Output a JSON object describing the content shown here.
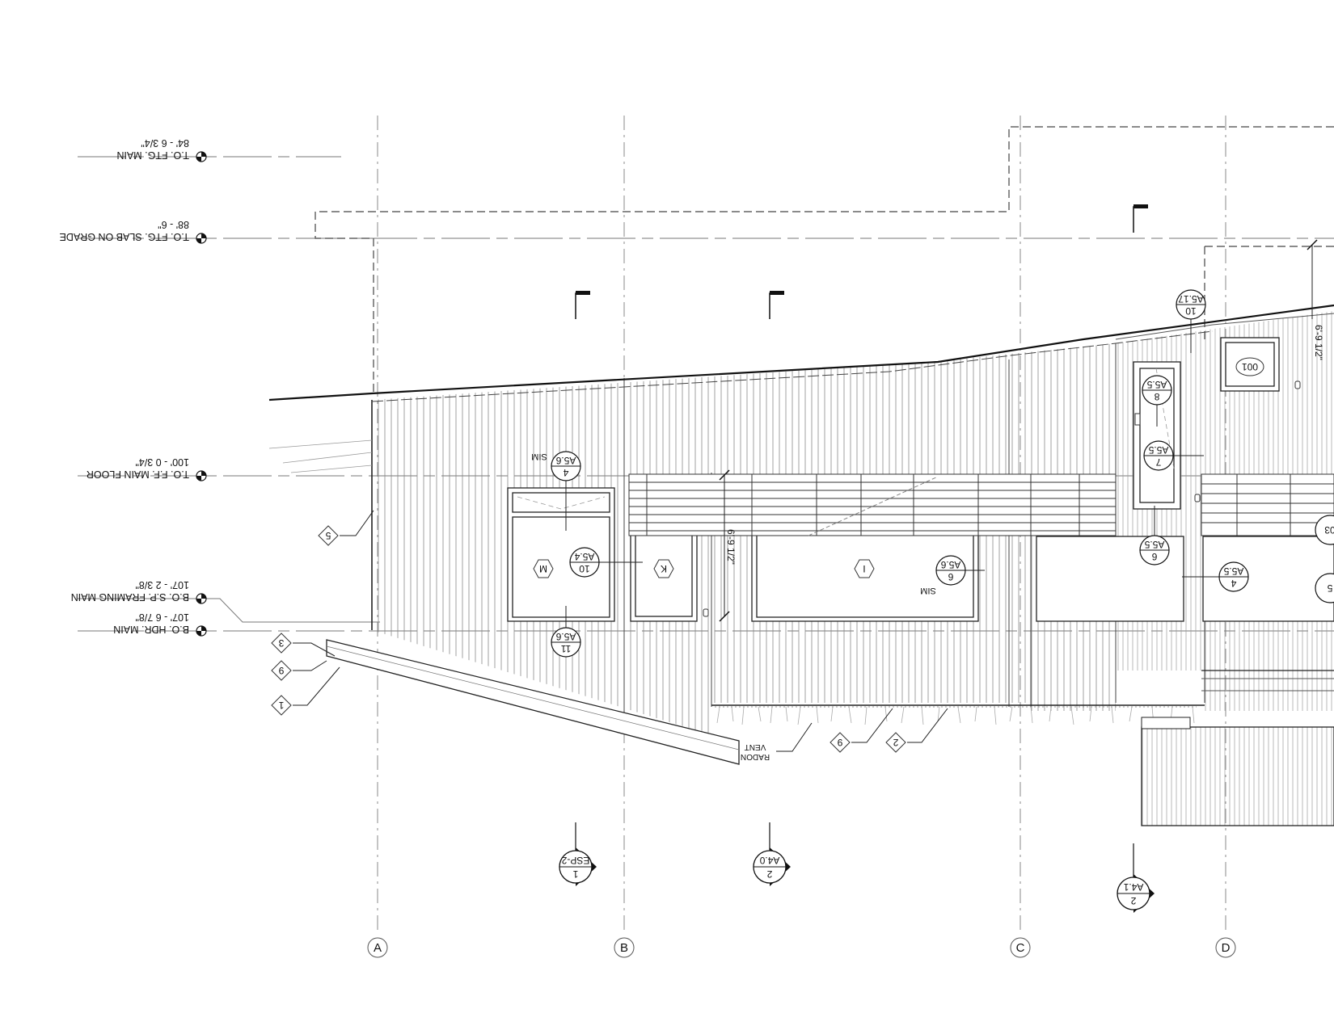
{
  "grid_lines": [
    {
      "label": "A"
    },
    {
      "label": "B"
    },
    {
      "label": "C"
    },
    {
      "label": "D"
    }
  ],
  "levels": [
    {
      "name": "T.O. FTG. MAIN",
      "elevation": "84' - 6 3/4\""
    },
    {
      "name": "T.O. FTG. SLAB ON GRADE",
      "elevation": "88' - 6\""
    },
    {
      "name": "T.O. F.F. MAIN FLOOR",
      "elevation": "100' - 0 3/4\""
    },
    {
      "name": "B.O. S.P. FRAMING MAIN",
      "elevation": "107' - 2 3/8\""
    },
    {
      "name": "B.O. HDR. MAIN",
      "elevation": "107' - 6 7/8\""
    }
  ],
  "detail_callouts": [
    {
      "number": "4",
      "sheet": "A5.6",
      "note": "SIM"
    },
    {
      "number": "10",
      "sheet": "A5.4",
      "note": ""
    },
    {
      "number": "11",
      "sheet": "A5.6",
      "note": ""
    },
    {
      "number": "6",
      "sheet": "A5.6",
      "note": "SIM"
    },
    {
      "number": "10",
      "sheet": "A5.17",
      "note": ""
    },
    {
      "number": "8",
      "sheet": "A5.5",
      "note": ""
    },
    {
      "number": "7",
      "sheet": "A5.5",
      "note": ""
    },
    {
      "number": "6",
      "sheet": "A5.5",
      "note": ""
    },
    {
      "number": "4",
      "sheet": "A5.5",
      "note": ""
    }
  ],
  "section_markers": [
    {
      "number": "1",
      "sheet": "ESP-2"
    },
    {
      "number": "2",
      "sheet": "A4.0"
    },
    {
      "number": "2",
      "sheet": "A4.1"
    }
  ],
  "window_tags": [
    "M",
    "K",
    "I"
  ],
  "keynotes": [
    "5",
    "3",
    "9",
    "1",
    "9",
    "2"
  ],
  "door_tag": "001",
  "dimensions": [
    "6'-9 1/2\"",
    "6'-9 1/2\""
  ],
  "annotations": {
    "radon_vent": "RADON VENT"
  },
  "edge_tags": [
    "03",
    "5"
  ]
}
